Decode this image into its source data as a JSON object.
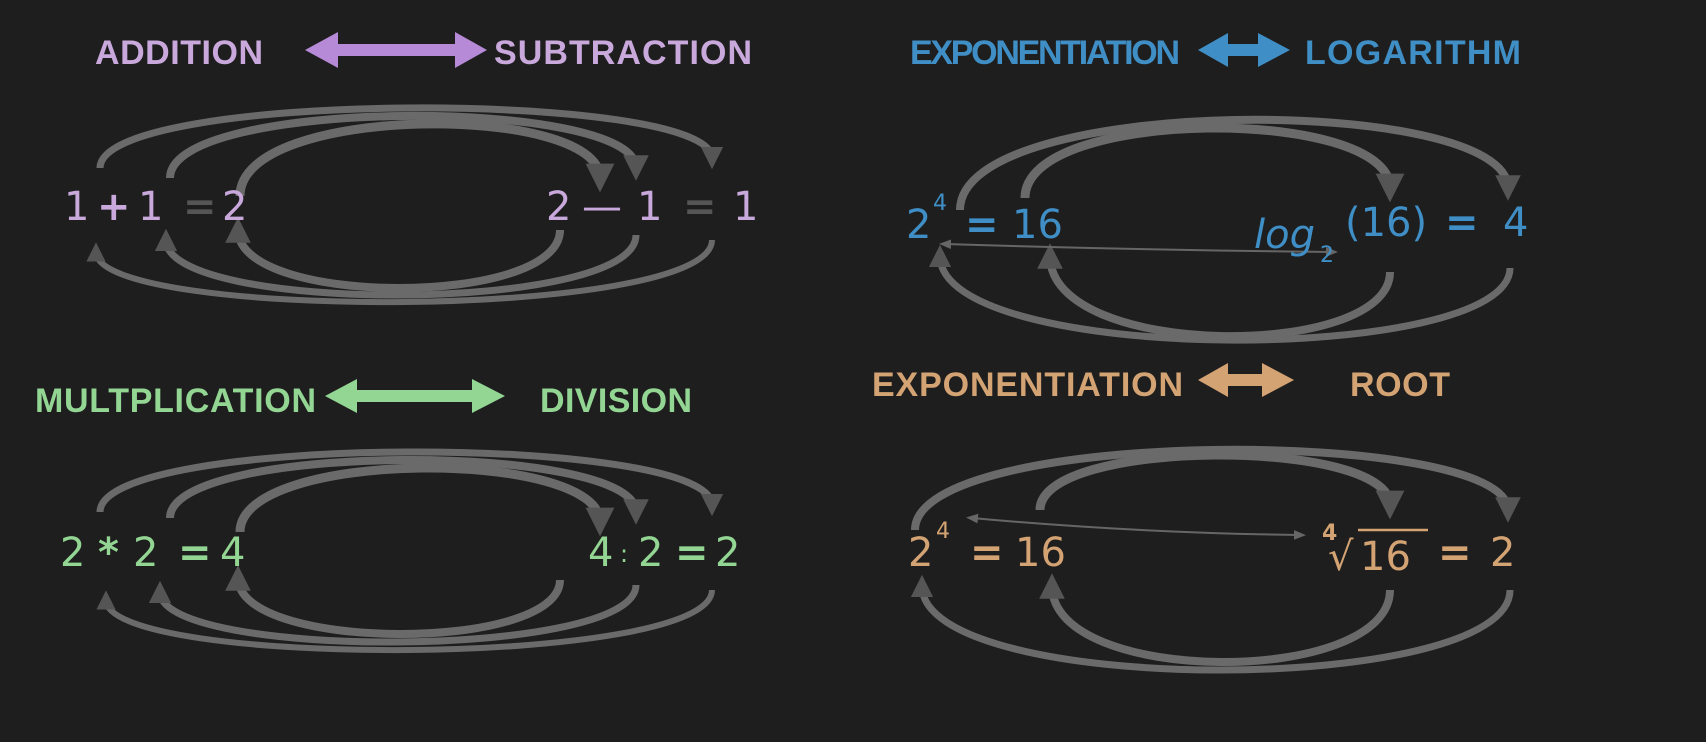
{
  "background": "#1e1e1e",
  "arc_color": "#6a6a6a",
  "panels": [
    {
      "left_label": "ADDITION",
      "right_label": "SUBTRACTION",
      "color": "#c9a8dc",
      "arrow_color": "#b68ad6",
      "equation_left": [
        "1",
        "+",
        "1",
        "=",
        "2"
      ],
      "equation_right": [
        "2",
        "—",
        "1",
        "=",
        "1"
      ]
    },
    {
      "left_label": "EXPONENTIATION",
      "right_label": "LOGARITHM",
      "color": "#3f8fc6",
      "arrow_color": "#3f8fc6",
      "equation_left": {
        "base": "2",
        "exponent": "4",
        "equals": "=",
        "result": "16"
      },
      "equation_right": {
        "log": "log",
        "base": "2",
        "argument": "(16)",
        "equals": "=",
        "result": "4"
      }
    },
    {
      "left_label": "MULTPLICATION",
      "right_label": "DIVISION",
      "color": "#93d593",
      "arrow_color": "#93d593",
      "equation_left": [
        "2",
        "*",
        "2",
        "=",
        "4"
      ],
      "equation_right": [
        "4",
        ":",
        "2",
        "=",
        "2"
      ]
    },
    {
      "left_label": "EXPONENTIATION",
      "right_label": "ROOT",
      "color": "#d4a373",
      "arrow_color": "#d4a373",
      "equation_left": {
        "base": "2",
        "exponent": "4",
        "equals": "=",
        "result": "16"
      },
      "equation_right": {
        "index": "4",
        "radical": "√",
        "radicand": "16",
        "equals": "=",
        "result": "2"
      }
    }
  ]
}
